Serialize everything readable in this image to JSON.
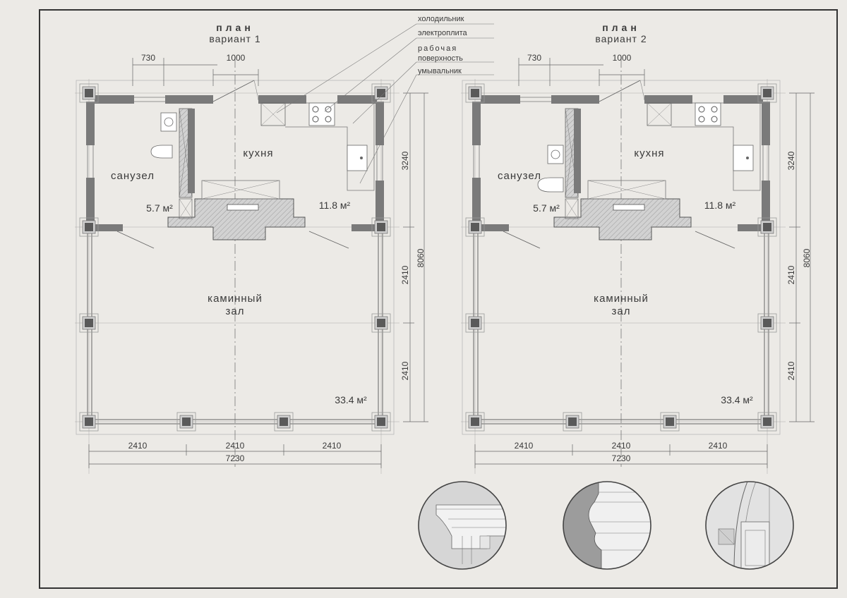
{
  "plans": [
    {
      "title": "план",
      "variant": "вариант 1",
      "rooms": {
        "bathroom": "санузел",
        "kitchen": "кухня",
        "hall_line1": "каминный",
        "hall_line2": "зал"
      },
      "areas": {
        "bathroom": "5.7 м²",
        "kitchen": "11.8 м²",
        "hall": "33.4 м²"
      },
      "dims": {
        "top_a": "730",
        "top_b": "1000",
        "bottom_1": "2410",
        "bottom_2": "2410",
        "bottom_3": "2410",
        "bottom_total": "7230",
        "right_1": "3240",
        "right_2": "2410",
        "right_3": "2410",
        "right_total": "8060"
      }
    },
    {
      "title": "план",
      "variant": "вариант 2",
      "rooms": {
        "bathroom": "санузел",
        "kitchen": "кухня",
        "hall_line1": "каминный",
        "hall_line2": "зал"
      },
      "areas": {
        "bathroom": "5.7 м²",
        "kitchen": "11.8 м²",
        "hall": "33.4 м²"
      },
      "dims": {
        "top_a": "730",
        "top_b": "1000",
        "bottom_1": "2410",
        "bottom_2": "2410",
        "bottom_3": "2410",
        "bottom_total": "7230",
        "right_1": "3240",
        "right_2": "2410",
        "right_3": "2410",
        "right_total": "8060"
      }
    }
  ],
  "legend": {
    "fridge": "холодильник",
    "stove": "электроплита",
    "worktop_line1": "рабочая",
    "worktop_line2": "поверхность",
    "sink": "умывальник"
  },
  "colors": {
    "paper": "#eceae6",
    "wall": "#6e6e6e",
    "hatch": "#c8c8c8",
    "line": "#555555",
    "frame": "#333333"
  }
}
